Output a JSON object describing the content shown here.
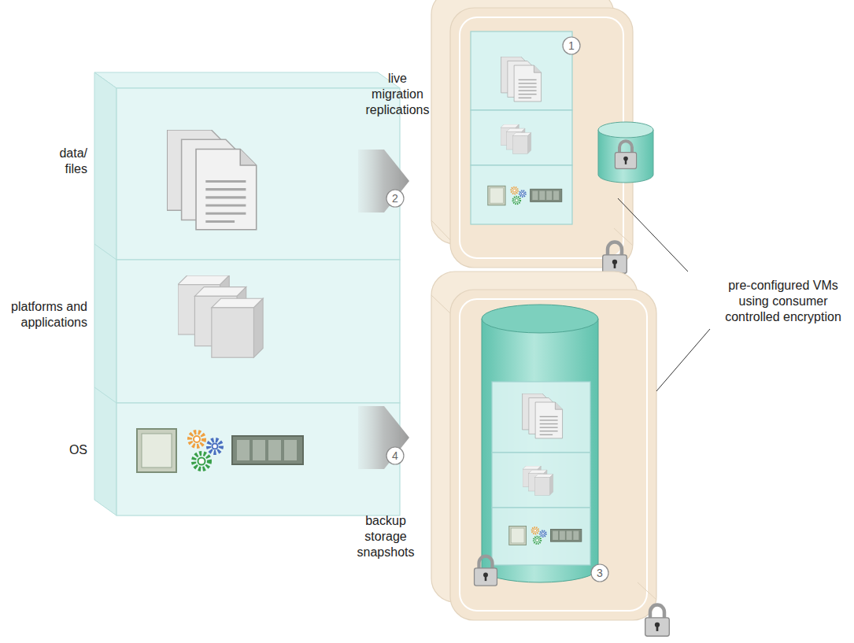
{
  "diagram": {
    "nodes": [
      {
        "text": [
          "data/ files"
        ]
      },
      {
        "text": [
          "platforms and applications"
        ]
      },
      {
        "text": [
          "OS"
        ]
      }
    ],
    "labels": [
      "live migration replications",
      "1",
      "2",
      "pre-configured VMs using consumer controlled encryption",
      "backup storage snapshots",
      "4",
      "3"
    ]
  }
}
